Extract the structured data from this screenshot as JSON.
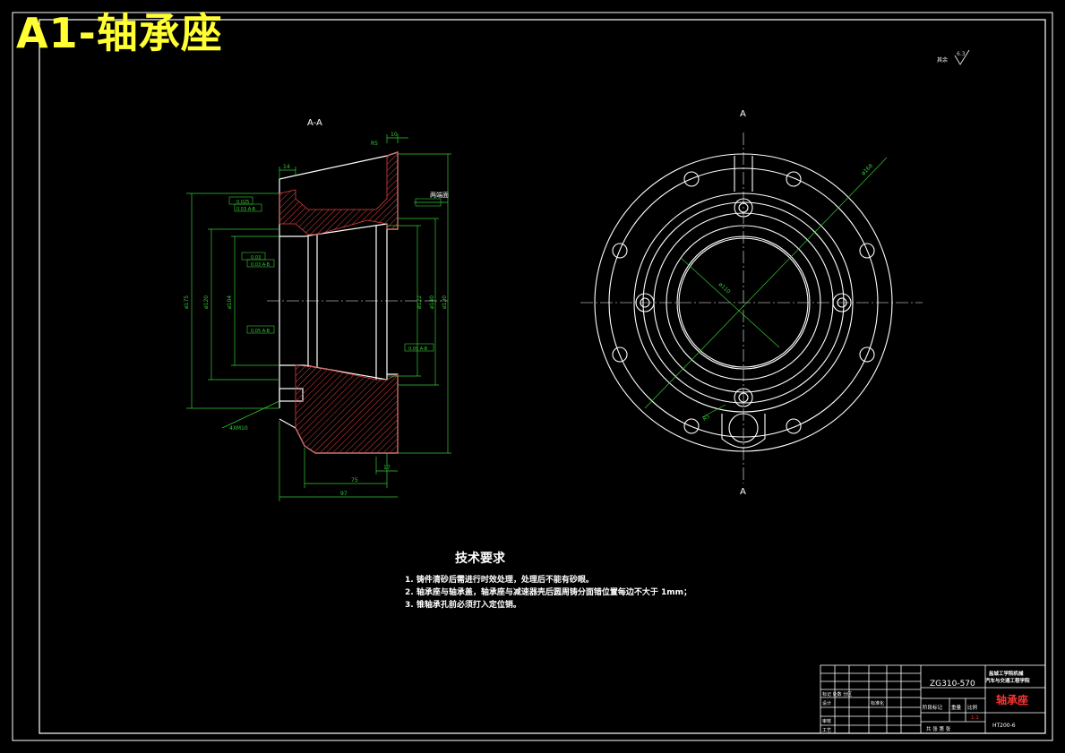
{
  "title": "A1-轴承座",
  "views": {
    "section_label": "A-A",
    "top_cut_label": "A",
    "bottom_cut_label": "A"
  },
  "roughness_note": "其余",
  "roughness_value": "6.3",
  "dimensions": {
    "top_width": "10",
    "flange_top": "14",
    "chamfer": "R5",
    "face_mark": "两端面",
    "d_outer": "ø175",
    "d_120": "ø120",
    "d_104": "ø104",
    "d_122": "ø122",
    "d_140": "ø140",
    "d_130": "ø130",
    "holes": "4XM10",
    "len_75": "75",
    "len_97": "97",
    "len_17": "17",
    "circle_large": "ø168",
    "circle_inner": "ø110",
    "r_mark": "R5"
  },
  "tolerances": {
    "t1": "0.025",
    "t2": "0.03 A-B",
    "t3": "0.03",
    "t4": "0.03 A-B",
    "t5": "0.05 A-B",
    "t6": "0.05 A-B"
  },
  "tech_requirements": {
    "heading": "技术要求",
    "lines": [
      "1. 铸件清砂后需进行时效处理，处理后不能有砂眼。",
      "2. 轴承座与轴承盖，轴承座与减速器壳后圆周铸分面错位置每边不大于 1mm；",
      "3. 锥轴承孔前必须打入定位销。"
    ]
  },
  "title_block": {
    "drawing_no": "ZG310-570",
    "org_line1": "盐城工学院机械",
    "org_line2": "汽车与交通工程学院",
    "part_name": "轴承座",
    "material": "HT200-6",
    "stage_label": "阶段标记",
    "weight_label": "重量",
    "scale_label": "比例",
    "scale_value": "1:1",
    "sheet_label": "共 张 第 张",
    "row_marks": "标记 处数 分区",
    "row_design": "设计",
    "row_std": "标准化",
    "row_check": "审核",
    "row_process": "工艺"
  }
}
